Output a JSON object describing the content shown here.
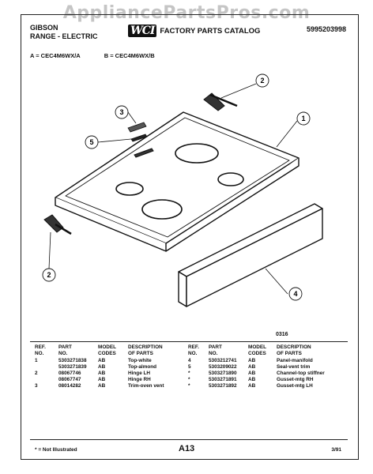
{
  "watermark": "AppliancePartsPros.com",
  "header": {
    "brand": "GIBSON",
    "product": "RANGE - ELECTRIC",
    "logo_text": "WCI",
    "catalog_title": "FACTORY PARTS CATALOG",
    "catalog_number": "5995203998"
  },
  "models": {
    "a": "A = CEC4M6WX/A",
    "b": "B = CEC4M6WX/B"
  },
  "callouts": [
    "1",
    "2",
    "3",
    "4",
    "5",
    "2"
  ],
  "figure_code": "0316",
  "parts_table": {
    "headers": {
      "ref_no": [
        "REF.",
        "NO."
      ],
      "part_no": [
        "PART",
        "NO."
      ],
      "model_codes": [
        "MODEL",
        "CODES"
      ],
      "description": [
        "DESCRIPTION",
        "OF PARTS"
      ]
    },
    "left_rows": [
      {
        "ref": "1",
        "part": "5303271838",
        "codes": "AB",
        "desc": "Top-white"
      },
      {
        "ref": "",
        "part": "5303271839",
        "codes": "AB",
        "desc": "Top-almond"
      },
      {
        "ref": "2",
        "part": "08067746",
        "codes": "AB",
        "desc": "Hinge LH"
      },
      {
        "ref": "",
        "part": "08067747",
        "codes": "AB",
        "desc": "Hinge RH"
      },
      {
        "ref": "3",
        "part": "08014282",
        "codes": "AB",
        "desc": "Trim-oven vent"
      }
    ],
    "right_rows": [
      {
        "ref": "4",
        "part": "5303212741",
        "codes": "AB",
        "desc": "Panel-manifold"
      },
      {
        "ref": "5",
        "part": "5303209022",
        "codes": "AB",
        "desc": "Seal-vent trim"
      },
      {
        "ref": "*",
        "part": "5303271890",
        "codes": "AB",
        "desc": "Channel-top stiffner"
      },
      {
        "ref": "*",
        "part": "5303271891",
        "codes": "AB",
        "desc": "Gusset-mtg RH"
      },
      {
        "ref": "*",
        "part": "5303271892",
        "codes": "AB",
        "desc": "Gusset-mtg LH"
      }
    ]
  },
  "footer": {
    "footnote": "* = Not Illustrated",
    "page_number": "A13",
    "date": "3/91"
  }
}
